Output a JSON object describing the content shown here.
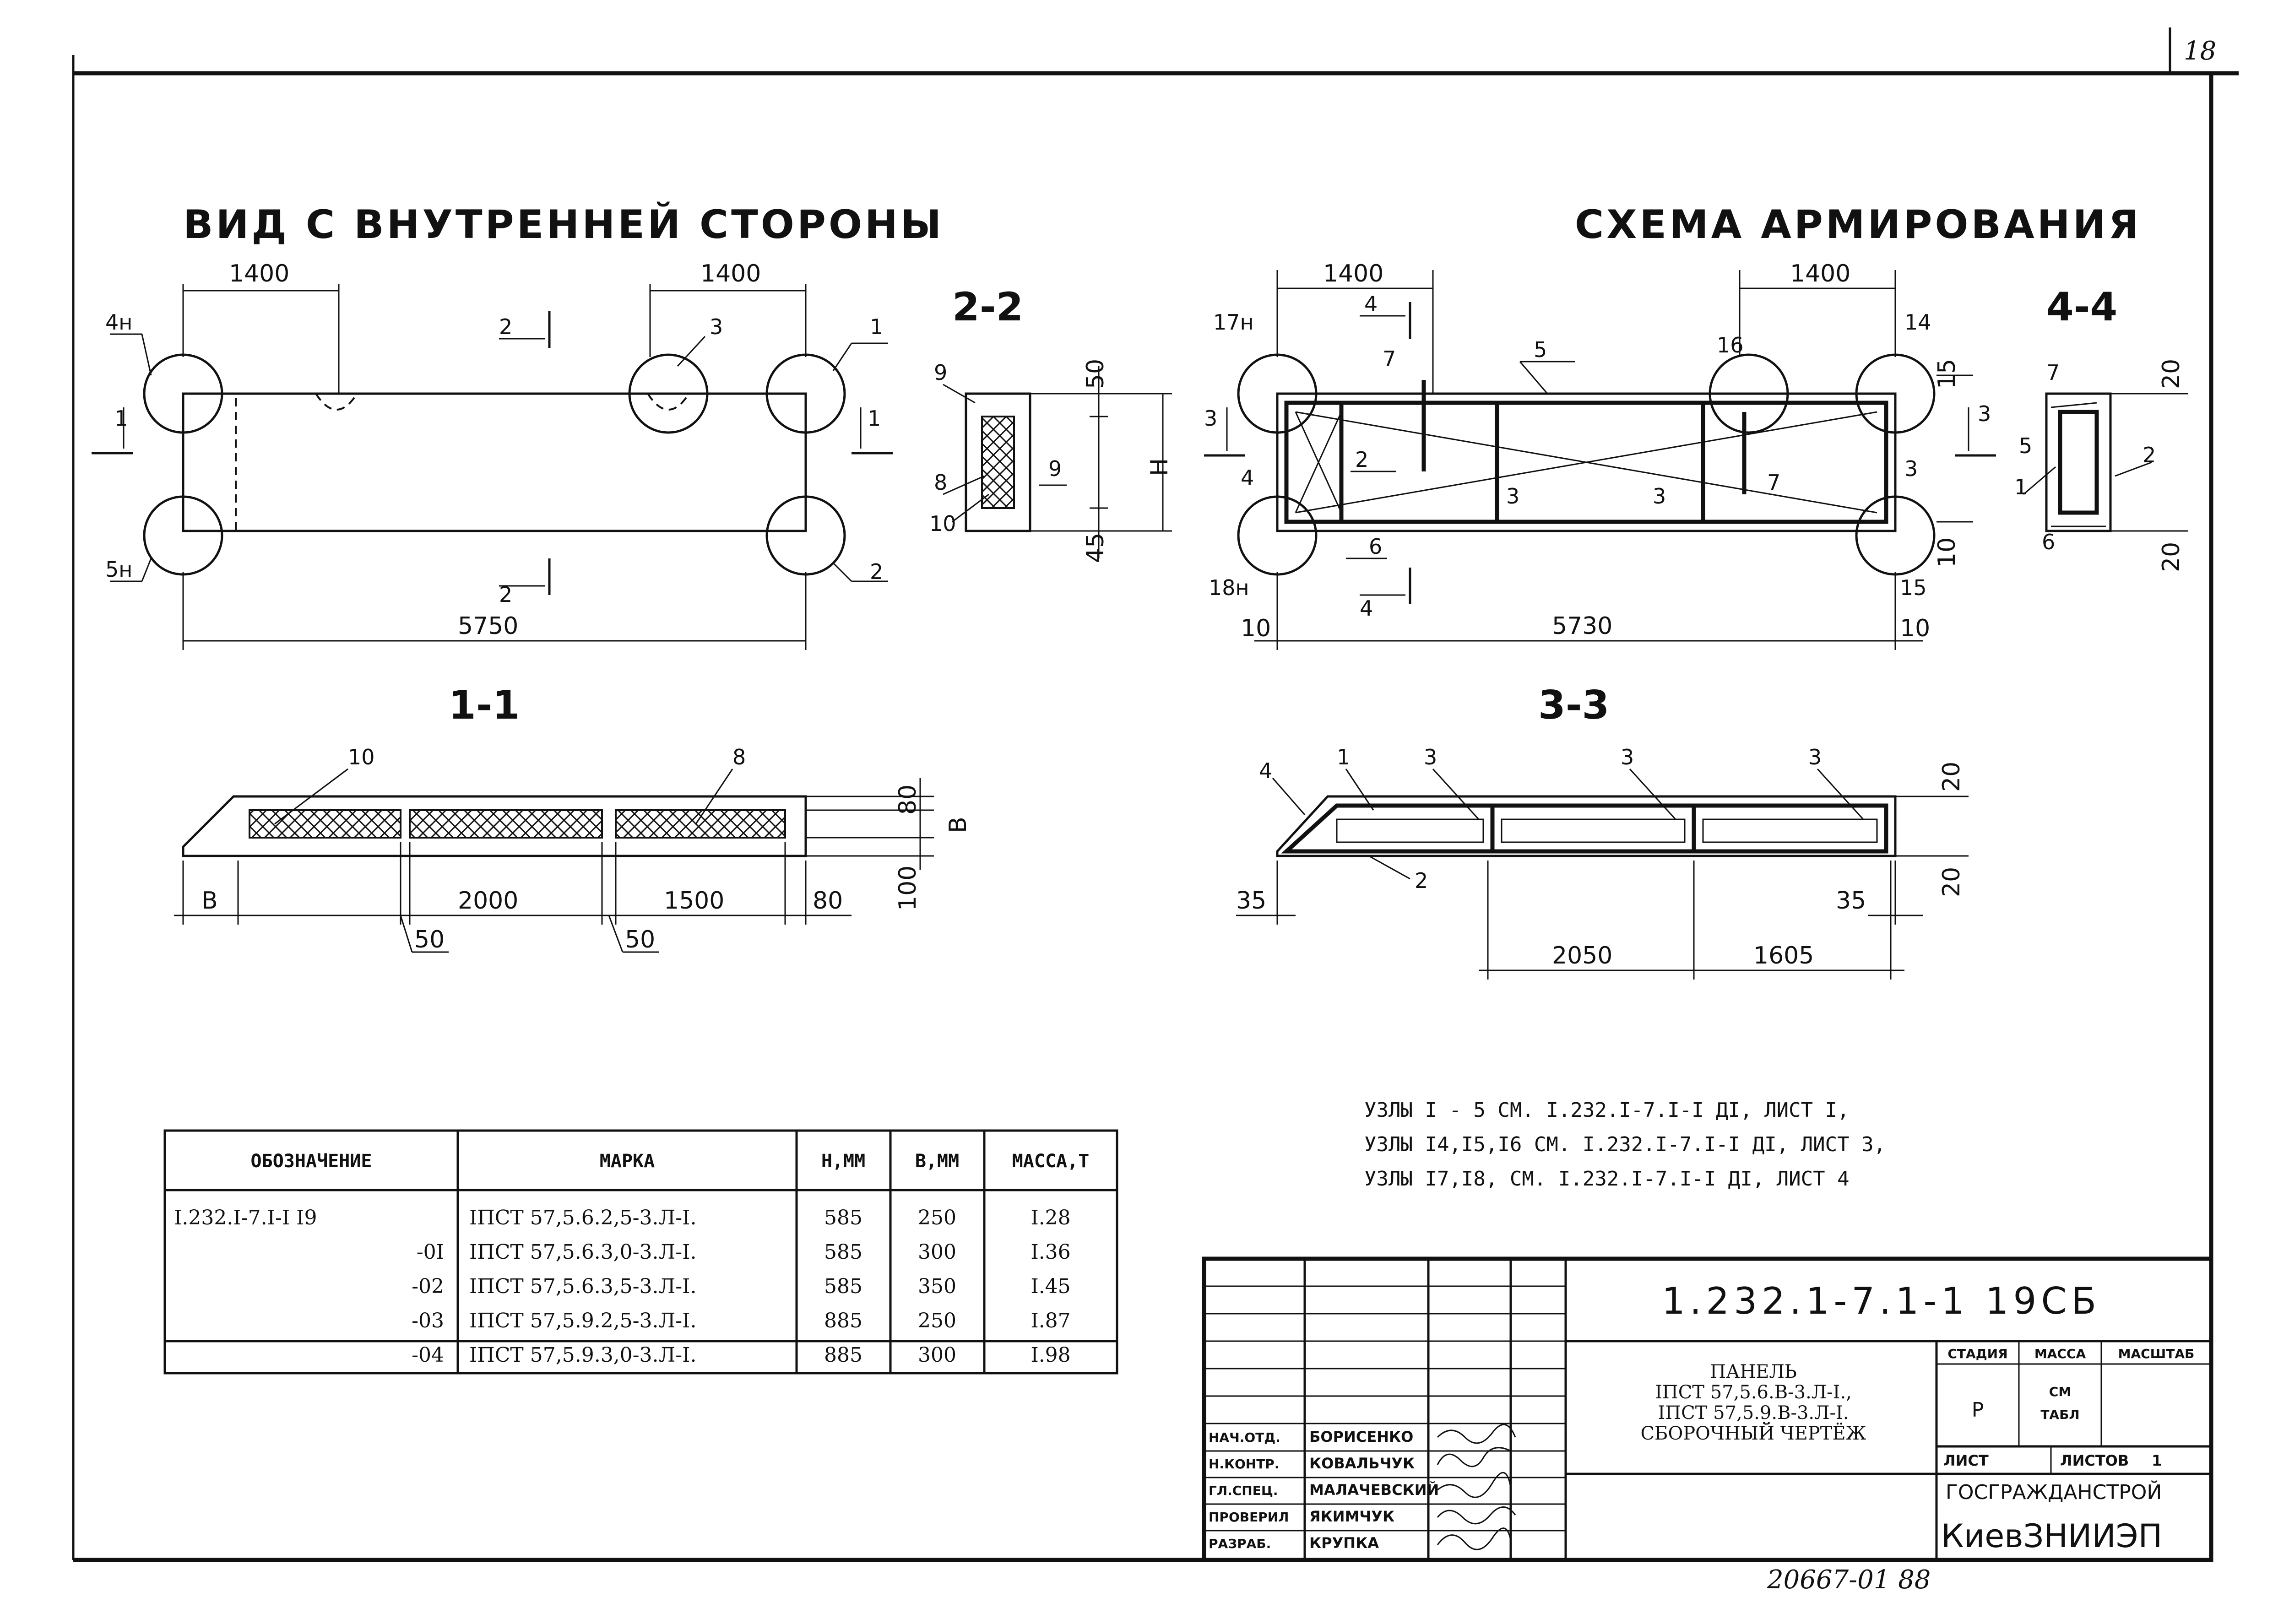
{
  "sheet": {
    "page_number": "18",
    "bottom_code": "20667-01 88"
  },
  "views": {
    "inner_view_title": "ВИД С ВНУТРЕННЕЙ СТОРОНЫ",
    "reinforcement_title": "СХЕМА АРМИРОВАНИЯ",
    "section_1": "1-1",
    "section_2": "2-2",
    "section_3": "3-3",
    "section_4": "4-4"
  },
  "inner_view": {
    "dims": [
      "1400",
      "1400",
      "5750"
    ],
    "marks": [
      "4н",
      "5н",
      "1",
      "2",
      "3"
    ],
    "cuts": [
      "2",
      "2",
      "1",
      "1"
    ]
  },
  "sec22": {
    "dims": [
      "50",
      "45",
      "H"
    ],
    "marks": [
      "9",
      "8",
      "10",
      "9"
    ]
  },
  "reinf": {
    "dims": [
      "1400",
      "1400",
      "5730",
      "10",
      "10",
      "15",
      "10"
    ],
    "marks": [
      "17н",
      "18н",
      "16",
      "14",
      "5",
      "7",
      "7",
      "2",
      "3",
      "3",
      "3",
      "4",
      "6",
      "15"
    ],
    "cuts": [
      "4",
      "4",
      "3",
      "3"
    ]
  },
  "sec44": {
    "dims": [
      "20",
      "20"
    ],
    "marks": [
      "7",
      "5",
      "1",
      "2",
      "6"
    ]
  },
  "sec11": {
    "dims": [
      "2000",
      "1500",
      "B",
      "50",
      "50",
      "80",
      "80",
      "100",
      "B"
    ],
    "marks": [
      "10",
      "8"
    ]
  },
  "sec33": {
    "dims": [
      "2050",
      "1605",
      "35",
      "35",
      "20",
      "20"
    ],
    "marks": [
      "4",
      "1",
      "3",
      "3",
      "3",
      "2"
    ]
  },
  "notes": [
    "УЗЛЫ  I - 5  СМ. I.232.I-7.I-I ДI, ЛИСТ I,",
    "УЗЛЫ  I4,I5,I6  СМ. I.232.I-7.I-I ДI, ЛИСТ 3,",
    "УЗЛЫ  I7,I8,  СМ. I.232.I-7.I-I ДI, ЛИСТ 4"
  ],
  "table": {
    "headers": [
      "ОБОЗНАЧЕНИЕ",
      "МАРКА",
      "H,ММ",
      "B,ММ",
      "МАССА,Т"
    ],
    "rows": [
      [
        "I.232.I-7.I-I I9",
        "IПСТ 57,5.6.2,5-3.Л-I.",
        "585",
        "250",
        "I.28"
      ],
      [
        "-0I",
        "IПСТ 57,5.6.3,0-3.Л-I.",
        "585",
        "300",
        "I.36"
      ],
      [
        "-02",
        "IПСТ 57,5.6.3,5-3.Л-I.",
        "585",
        "350",
        "I.45"
      ],
      [
        "-03",
        "IПСТ 57,5.9.2,5-3.Л-I.",
        "885",
        "250",
        "I.87"
      ],
      [
        "-04",
        "IПСТ 57,5.9.3,0-3.Л-I.",
        "885",
        "300",
        "I.98"
      ]
    ]
  },
  "title_block": {
    "doc_code": "1.232.1-7.1-1 19СБ",
    "description": [
      "ПАНЕЛЬ",
      "IПСТ 57,5.6.В-3.Л-I.,",
      "IПСТ 57,5.9.В-3.Л-I.",
      "СБОРОЧНЫЙ ЧЕРТЁЖ"
    ],
    "stage_label": "СТАДИЯ",
    "mass_label": "МАССА",
    "scale_label": "МАСШТАБ",
    "stage_value": "Р",
    "mass_value": [
      "СМ",
      "ТАБЛ"
    ],
    "sheet_label": "ЛИСТ",
    "sheets_label": "ЛИСТОВ",
    "sheets_value": "1",
    "org_1": "ГОСГРАЖДАНСТРОЙ",
    "org_2": "КиевЗНИИЭП",
    "signatures": [
      {
        "role": "НАЧ.ОТД.",
        "name": "БОРИСЕНКО"
      },
      {
        "role": "Н.КОНТР.",
        "name": "КОВАЛЬЧУК"
      },
      {
        "role": "ГЛ.СПЕЦ.",
        "name": "МАЛАЧЕВСКИЙ"
      },
      {
        "role": "ПРОВЕРИЛ",
        "name": "ЯКИМЧУК"
      },
      {
        "role": "РАЗРАБ.",
        "name": "КРУПКА"
      }
    ]
  }
}
